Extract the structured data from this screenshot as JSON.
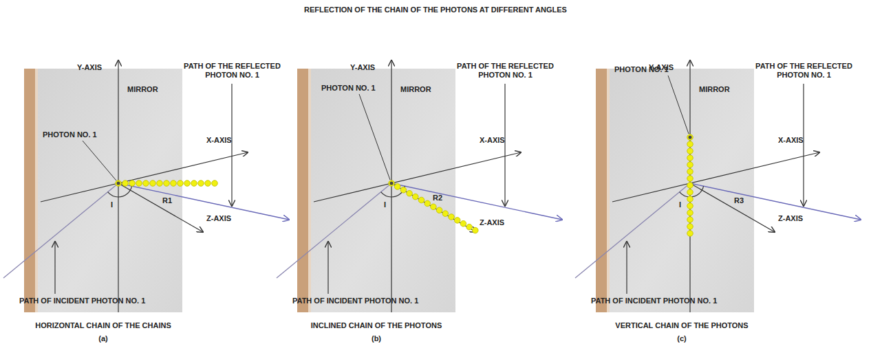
{
  "diagram": {
    "title": "REFLECTION OF THE CHAIN OF THE PHOTONS AT DIFFERENT ANGLES",
    "nodes": [
      {
        "text": [
          "MIRROR"
        ]
      },
      {
        "text": [
          "MIRROR"
        ]
      },
      {
        "text": [
          "MIRROR"
        ]
      }
    ],
    "labels": [
      "Y-AXIS",
      "PATH OF THE REFLECTED PHOTON NO. 1",
      "PHOTON NO. 1",
      "X-AXIS",
      "I",
      "R1",
      "Z-AXIS",
      "PATH OF INCIDENT PHOTON NO. 1",
      "HORIZONTAL CHAIN OF THE CHAINS",
      "(a)",
      "Y-AXIS",
      "PATH OF THE REFLECTED PHOTON NO. 1",
      "PHOTON NO. 1",
      "X-AXIS",
      "I",
      "R2",
      "Z-AXIS",
      "PATH OF INCIDENT PHOTON NO. 1",
      "INCLINED CHAIN OF THE PHOTONS",
      "(b)",
      "Y-AXIS",
      "PATH OF THE REFLECTED PHOTON NO. 1",
      "PHOTON NO. 1",
      "X-AXIS",
      "I",
      "R3",
      "Z-AXIS",
      "PATH OF INCIDENT PHOTON NO. 1",
      "VERTICAL CHAIN OF THE PHOTONS",
      "(c)"
    ]
  }
}
